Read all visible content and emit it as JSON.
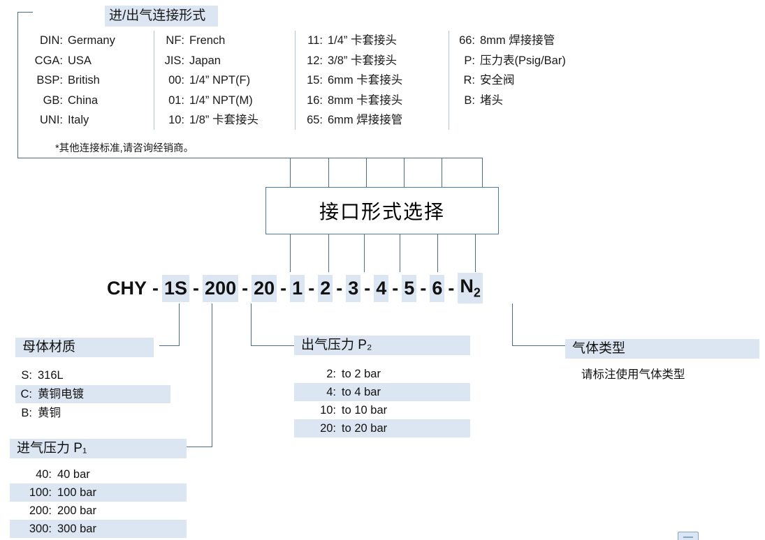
{
  "top_panel": {
    "title": "进/出气连接形式",
    "note": "*其他连接标准,请咨询经销商。",
    "columns": [
      {
        "items": [
          {
            "code": "DIN:",
            "desc": "Germany"
          },
          {
            "code": "CGA:",
            "desc": "USA"
          },
          {
            "code": "BSP:",
            "desc": "British"
          },
          {
            "code": "GB:",
            "desc": "China"
          },
          {
            "code": "UNI:",
            "desc": "Italy"
          }
        ]
      },
      {
        "items": [
          {
            "code": "NF:",
            "desc": "French"
          },
          {
            "code": "JIS:",
            "desc": "Japan"
          },
          {
            "code": "00:",
            "desc": "1/4” NPT(F)"
          },
          {
            "code": "01:",
            "desc": "1/4” NPT(M)"
          },
          {
            "code": "10:",
            "desc": "1/8” 卡套接头"
          }
        ]
      },
      {
        "items": [
          {
            "code": "11:",
            "desc": "1/4” 卡套接头"
          },
          {
            "code": "12:",
            "desc": "3/8” 卡套接头"
          },
          {
            "code": "15:",
            "desc": "6mm 卡套接头"
          },
          {
            "code": "16:",
            "desc": "8mm 卡套接头"
          },
          {
            "code": "65:",
            "desc": "6mm 焊接接管"
          }
        ]
      },
      {
        "items": [
          {
            "code": "66:",
            "desc": "8mm 焊接接管"
          },
          {
            "code": "P:",
            "desc": "压力表(Psig/Bar)"
          },
          {
            "code": "R:",
            "desc": "安全阀"
          },
          {
            "code": "B:",
            "desc": "堵头"
          }
        ]
      }
    ]
  },
  "center_box": {
    "label": "接口形式选择"
  },
  "code_line": {
    "segments": [
      {
        "text": "CHY",
        "highlight": false
      },
      {
        "text": "-",
        "highlight": false,
        "dash": true
      },
      {
        "text": "1S",
        "highlight": true
      },
      {
        "text": "-",
        "highlight": false,
        "dash": true
      },
      {
        "text": "200",
        "highlight": true
      },
      {
        "text": "-",
        "highlight": false,
        "dash": true
      },
      {
        "text": "20",
        "highlight": true
      },
      {
        "text": "-",
        "highlight": false,
        "dash": true
      },
      {
        "text": "1",
        "highlight": true
      },
      {
        "text": "-",
        "highlight": false,
        "dash": true
      },
      {
        "text": "2",
        "highlight": true
      },
      {
        "text": "-",
        "highlight": false,
        "dash": true
      },
      {
        "text": "3",
        "highlight": true
      },
      {
        "text": "-",
        "highlight": false,
        "dash": true
      },
      {
        "text": "4",
        "highlight": true
      },
      {
        "text": "-",
        "highlight": false,
        "dash": true
      },
      {
        "text": "5",
        "highlight": true
      },
      {
        "text": "-",
        "highlight": false,
        "dash": true
      },
      {
        "text": "6",
        "highlight": true
      },
      {
        "text": "-",
        "highlight": false,
        "dash": true
      },
      {
        "text": "N",
        "highlight": true,
        "sub": "2"
      }
    ]
  },
  "body_material": {
    "title": "母体材质",
    "rows": [
      {
        "code": "S:",
        "desc": "316L",
        "highlight": false
      },
      {
        "code": "C:",
        "desc": "黄铜电镀",
        "highlight": true
      },
      {
        "code": "B:",
        "desc": "黄铜",
        "highlight": false
      }
    ]
  },
  "inlet_pressure": {
    "title": "进气压力 P₁",
    "rows": [
      {
        "code": "40:",
        "desc": "40 bar",
        "highlight": false
      },
      {
        "code": "100:",
        "desc": "100 bar",
        "highlight": true
      },
      {
        "code": "200:",
        "desc": "200 bar",
        "highlight": false
      },
      {
        "code": "300:",
        "desc": "300 bar",
        "highlight": true
      }
    ]
  },
  "outlet_pressure": {
    "title": "出气压力 P₂",
    "rows": [
      {
        "code": "2:",
        "desc": "to 2 bar",
        "highlight": false
      },
      {
        "code": "4:",
        "desc": "to 4 bar",
        "highlight": true
      },
      {
        "code": "10:",
        "desc": "to 10 bar",
        "highlight": false
      },
      {
        "code": "20:",
        "desc": "to 20 bar",
        "highlight": true
      }
    ]
  },
  "gas_type": {
    "title": "气体类型",
    "note": "请标注使用气体类型"
  },
  "colors": {
    "line": "#4a6d8c",
    "box_border": "#4a7ba8",
    "highlight": "#dce6f2",
    "text": "#1a1a1a"
  }
}
